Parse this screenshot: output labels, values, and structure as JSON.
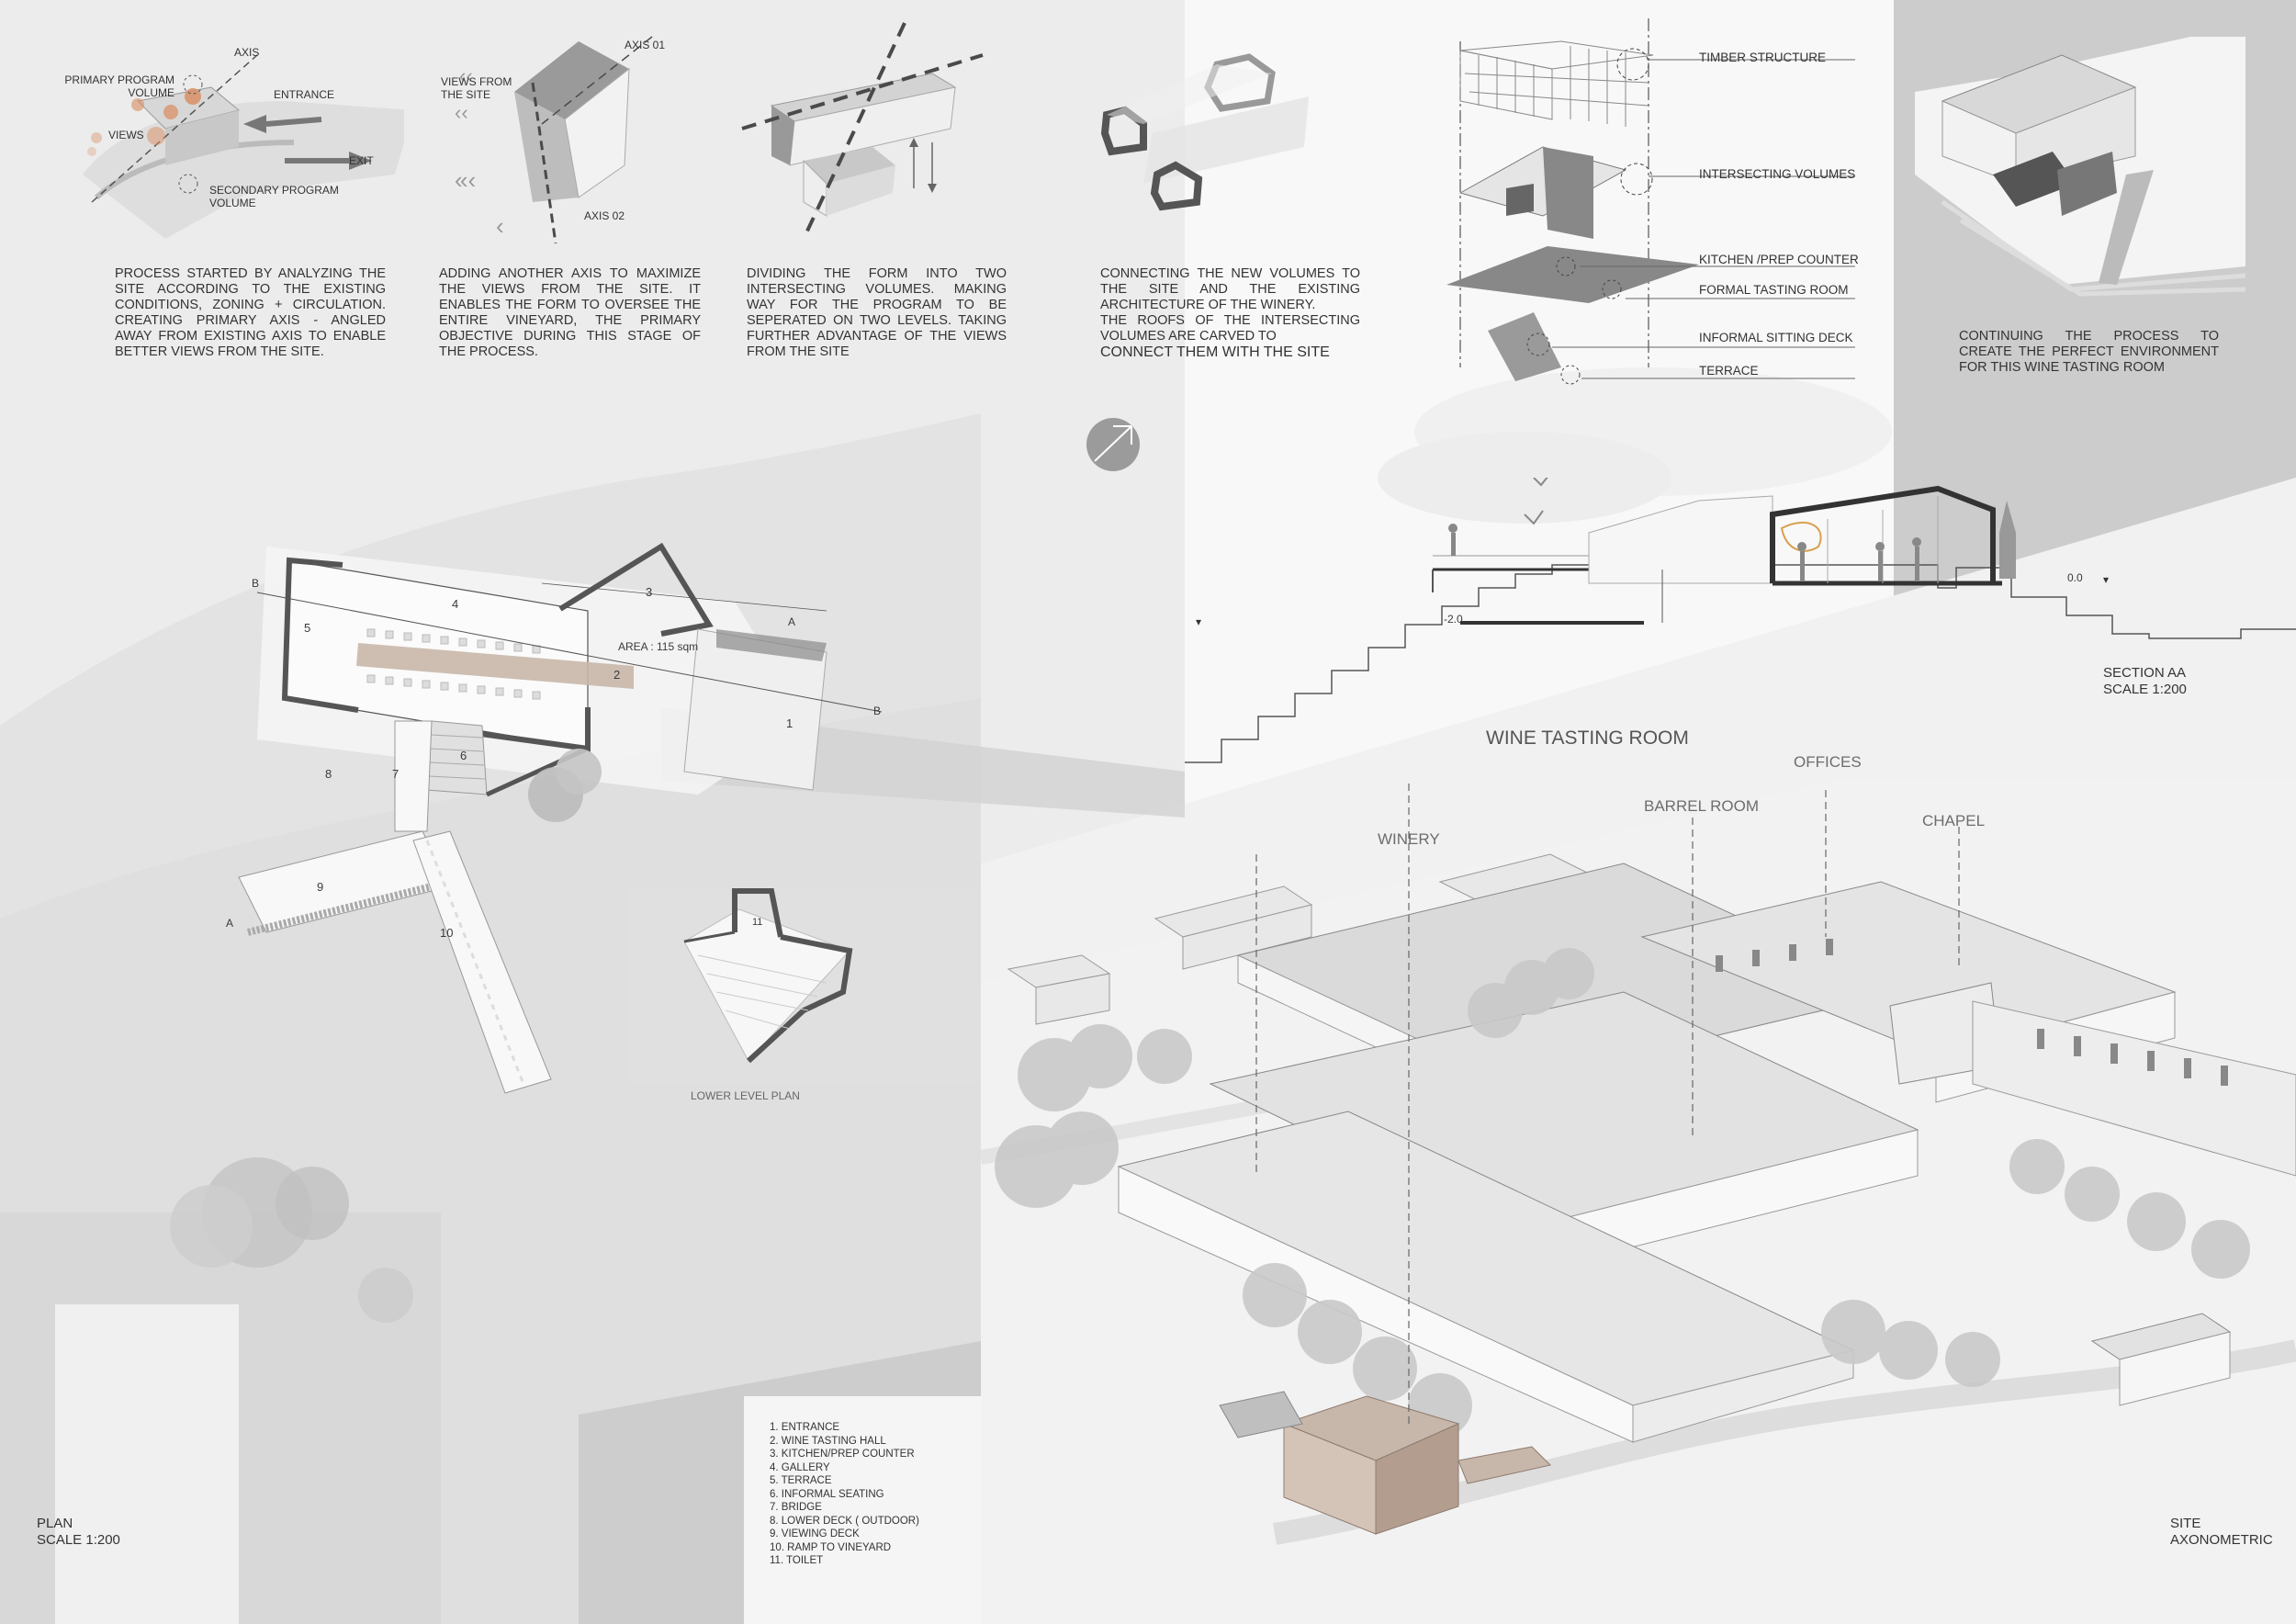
{
  "process": {
    "step1": {
      "text": "Process started by analyzing the site according to the existing conditions, zoning + circulation. Creating primary axis - angled away from existing axis to enable better views from the site.",
      "labels": {
        "axis": "AXIS",
        "primary": "PRIMARY PROGRAM VOLUME",
        "entrance": "ENTRANCE",
        "views": "VIEWS",
        "exit": "EXIT",
        "secondary": "SECONDARY PROGRAM VOLUME"
      }
    },
    "step2": {
      "text": "Adding another axis to maximize the views from the site. It enables the form to oversee the entire vineyard, the primary objective during this stage of the process.",
      "labels": {
        "axis01": "AXIS 01",
        "views": "VIEWS FROM THE SITE",
        "axis02": "AXIS 02"
      }
    },
    "step3": {
      "text": "Dividing the form into two intersecting volumes. Making way for the program to be seperated on two levels. Taking further advantage of the views from the site"
    },
    "step4": {
      "text_a": "Connecting the new volumes to the site and the existing architecture of the winery.",
      "text_b": "The roofs of the intersecting volumes are carved to",
      "text_c": "connect them with the site"
    },
    "step5": {
      "text": "Continuing the process to create the perfect environment for this wine tasting room"
    }
  },
  "exploded": {
    "labels": [
      "TIMBER STRUCTURE",
      "INTERSECTING VOLUMES",
      "KITCHEN /PREP COUNTER",
      "FORMAL TASTING ROOM",
      "INFORMAL SITTING DECK",
      "TERRACE"
    ]
  },
  "section": {
    "title": "SECTION AA",
    "scale": "SCALE 1:200",
    "level_upper": "0.0",
    "level_lower": "-2.0"
  },
  "plan": {
    "title": "PLAN",
    "scale": "SCALE 1:200",
    "area": "AREA : 115 sqm",
    "lower_level": "LOWER LEVEL PLAN",
    "cut_a": "A",
    "cut_b": "B",
    "room_numbers": [
      "1",
      "2",
      "3",
      "4",
      "5",
      "6",
      "7",
      "8",
      "9",
      "10",
      "11"
    ],
    "legend": [
      "1. ENTRANCE",
      "2. WINE TASTING HALL",
      "3. KITCHEN/PREP COUNTER",
      "4. GALLERY",
      "5. TERRACE",
      "6. INFORMAL SEATING",
      "7. BRIDGE",
      "8. LOWER DECK ( OUTDOOR)",
      "9. VIEWING DECK",
      "10. RAMP TO VINEYARD",
      "11. TOILET"
    ]
  },
  "axonometric": {
    "labels": {
      "wine_tasting_room": "WINE TASTING ROOM",
      "offices": "OFFICES",
      "barrel_room": "BARREL ROOM",
      "chapel": "CHAPEL",
      "winery": "WINERY"
    },
    "title_a": "SITE",
    "title_b": "AXONOMETRIC"
  },
  "colors": {
    "background": "#ebebeb",
    "panel_white": "#ffffff",
    "panel_grey": "#cfcfcf",
    "wall": "#555555",
    "accent_orange": "#d98c5f",
    "building_tan": "#b9a79b"
  }
}
